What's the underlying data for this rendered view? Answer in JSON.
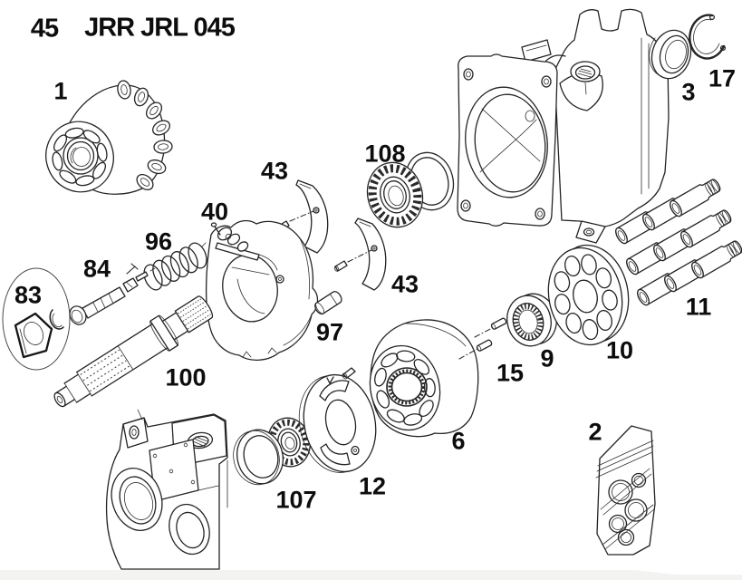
{
  "header": {
    "sheet_number": "45",
    "model_code": "JRR JRL 045"
  },
  "colors": {
    "line": "#242424",
    "background": "#ffffff",
    "footer_bar": "#f3f3f1",
    "label_text": "#0d0d0d"
  },
  "callouts": {
    "p1": {
      "label": "1",
      "part": "rotating-group-cylinder-block"
    },
    "p2": {
      "label": "2",
      "part": "seal-kit-bag"
    },
    "p3": {
      "label": "3",
      "part": "shaft-seal"
    },
    "p6": {
      "label": "6",
      "part": "cylinder-block"
    },
    "p9": {
      "label": "9",
      "part": "needle-bearing"
    },
    "p10": {
      "label": "10",
      "part": "retainer-plate"
    },
    "p11": {
      "label": "11",
      "part": "piston-set"
    },
    "p12": {
      "label": "12",
      "part": "valve-plate"
    },
    "p15": {
      "label": "15",
      "part": "alignment-pins"
    },
    "p17": {
      "label": "17",
      "part": "snap-ring"
    },
    "p40": {
      "label": "40",
      "part": "swash-plate"
    },
    "p43a": {
      "label": "43",
      "part": "cradle-bearing-segment-upper"
    },
    "p43b": {
      "label": "43",
      "part": "cradle-bearing-segment-lower"
    },
    "p83": {
      "label": "83",
      "part": "servo-plug-detail"
    },
    "p84": {
      "label": "84",
      "part": "servo-piston-rod"
    },
    "p96": {
      "label": "96",
      "part": "spring"
    },
    "p97": {
      "label": "97",
      "part": "pivot-pin"
    },
    "p100": {
      "label": "100",
      "part": "drive-shaft"
    },
    "p107": {
      "label": "107",
      "part": "front-roller-bearing"
    },
    "p108": {
      "label": "108",
      "part": "rear-roller-bearing"
    }
  }
}
